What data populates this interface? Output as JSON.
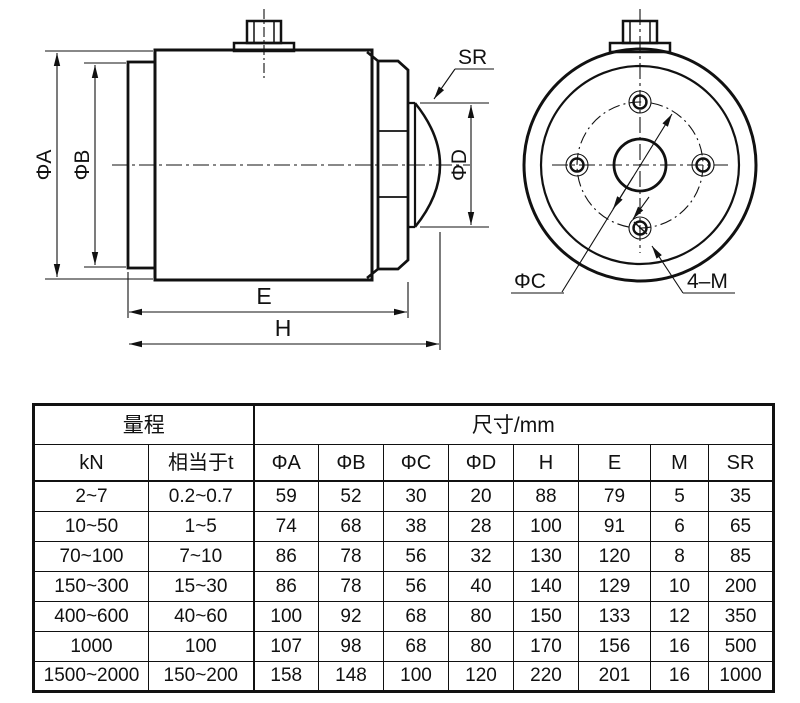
{
  "drawing": {
    "side_view": {
      "labels": {
        "phi_a": "ΦA",
        "phi_b": "ΦB",
        "phi_d": "ΦD",
        "sr": "SR",
        "e": "E",
        "h": "H"
      }
    },
    "front_view": {
      "labels": {
        "phi_c": "ΦC",
        "bolt_holes": "4–M"
      }
    }
  },
  "table": {
    "header_groups": [
      {
        "label": "量程",
        "colspan": 2
      },
      {
        "label": "尺寸/mm",
        "colspan": 8
      }
    ],
    "columns": [
      "kN",
      "相当于t",
      "ΦA",
      "ΦB",
      "ΦC",
      "ΦD",
      "H",
      "E",
      "M",
      "SR"
    ],
    "rows": [
      [
        "2~7",
        "0.2~0.7",
        "59",
        "52",
        "30",
        "20",
        "88",
        "79",
        "5",
        "35"
      ],
      [
        "10~50",
        "1~5",
        "74",
        "68",
        "38",
        "28",
        "100",
        "91",
        "6",
        "65"
      ],
      [
        "70~100",
        "7~10",
        "86",
        "78",
        "56",
        "32",
        "130",
        "120",
        "8",
        "85"
      ],
      [
        "150~300",
        "15~30",
        "86",
        "78",
        "56",
        "40",
        "140",
        "129",
        "10",
        "200"
      ],
      [
        "400~600",
        "40~60",
        "100",
        "92",
        "68",
        "80",
        "150",
        "133",
        "12",
        "350"
      ],
      [
        "1000",
        "100",
        "107",
        "98",
        "68",
        "80",
        "170",
        "156",
        "16",
        "500"
      ],
      [
        "1500~2000",
        "150~200",
        "158",
        "148",
        "100",
        "120",
        "220",
        "201",
        "16",
        "1000"
      ]
    ]
  },
  "colors": {
    "line": "#111111",
    "background": "#ffffff"
  }
}
